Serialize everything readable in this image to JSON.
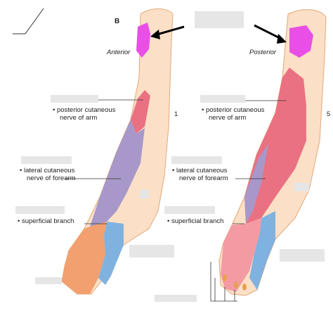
{
  "panel_label": "B",
  "left_view": "Anterior",
  "right_view": "Posterior",
  "labels": {
    "posterior_cutaneous_line1": "• posterior cutaneous",
    "posterior_cutaneous_line2": "nerve of arm",
    "lateral_cutaneous_line1": "• lateral cutaneous",
    "lateral_cutaneous_line2": "nerve of forearm",
    "superficial_branch": "• superficial branch"
  },
  "partial_numbers": {
    "left_edge": "1",
    "right_edge": "5"
  },
  "colors": {
    "skin": "#fbe0c7",
    "skin_outline": "#e3a878",
    "magenta": "#e94fe6",
    "red_zone": "#ea7182",
    "purple_zone": "#a798c9",
    "orange_zone": "#f2a06f",
    "pink_zone": "#f49aa3",
    "blue_zone": "#7fb2df",
    "mask": "#e6e6e6"
  }
}
